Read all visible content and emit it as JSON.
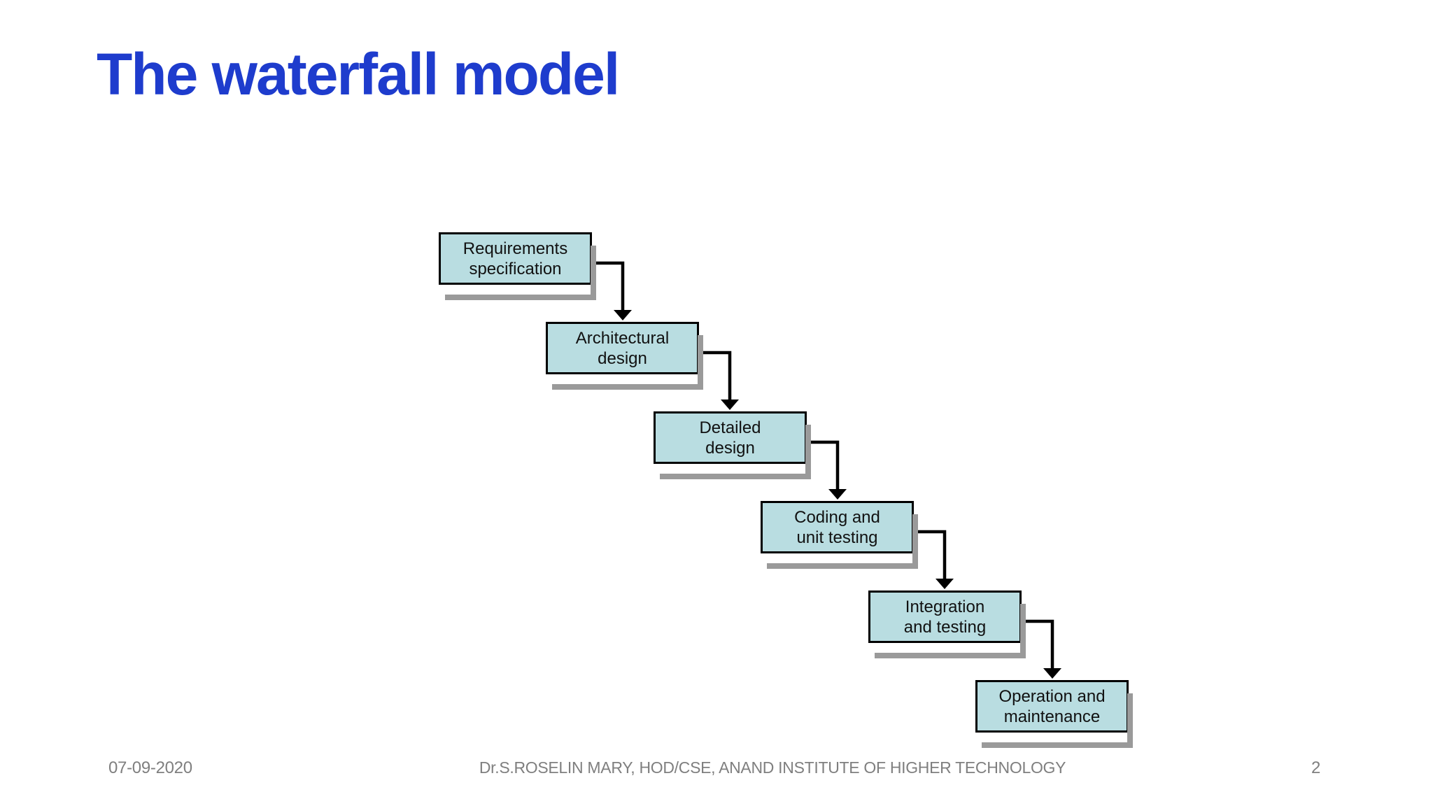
{
  "slide": {
    "title": "The waterfall model",
    "colors": {
      "title_color": "#1e3ccd",
      "box_fill": "#b9dde1",
      "box_border": "#000000",
      "shadow_color": "#9a9a9a",
      "footer_color": "#7f7f7f"
    },
    "diagram": {
      "type": "waterfall-flow",
      "boxes": [
        {
          "label": "Requirements\nspecification"
        },
        {
          "label": "Architectural\ndesign"
        },
        {
          "label": "Detailed\ndesign"
        },
        {
          "label": "Coding and\nunit testing"
        },
        {
          "label": "Integration\nand testing"
        },
        {
          "label": "Operation and\nmaintenance"
        }
      ]
    },
    "footer": {
      "date": "07-09-2020",
      "credit": "Dr.S.ROSELIN MARY, HOD/CSE, ANAND INSTITUTE OF HIGHER TECHNOLOGY",
      "page_number": "2"
    }
  }
}
